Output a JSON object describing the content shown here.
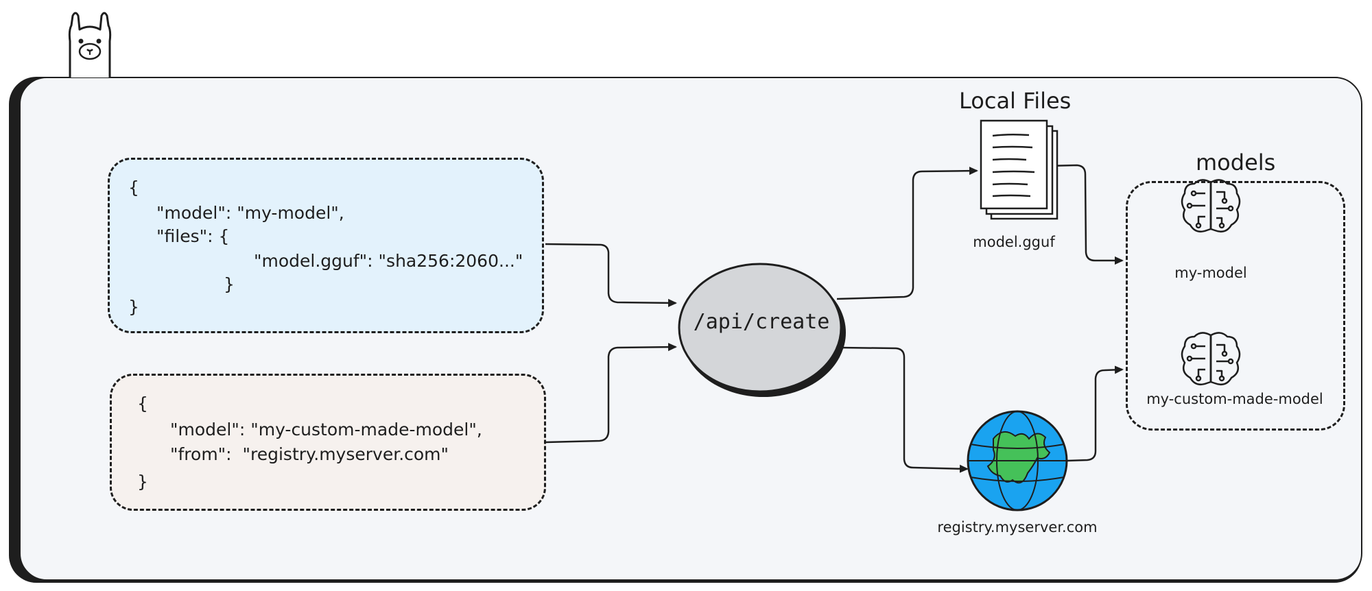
{
  "request_a": {
    "lines": [
      "{",
      "\"model\": \"my-model\",",
      "\"files\": {",
      "\"model.gguf\": \"sha256:2060...\"",
      "}",
      "}"
    ]
  },
  "request_b": {
    "lines": [
      "{",
      "\"model\": \"my-custom-made-model\",",
      "\"from\":  \"registry.myserver.com\"",
      "}"
    ]
  },
  "endpoint": {
    "label": "/api/create"
  },
  "local_files": {
    "title": "Local Files",
    "file_label": "model.gguf"
  },
  "registry": {
    "label": "registry.myserver.com"
  },
  "models": {
    "title": "models",
    "items": [
      {
        "label": "my-model",
        "icon": "brain-circuit-icon"
      },
      {
        "label": "my-custom-made-model",
        "icon": "brain-circuit-icon"
      }
    ]
  },
  "colors": {
    "frame_bg": "#f4f6f9",
    "request_a_bg": "#e3f2fc",
    "request_b_bg": "#f6f1ee",
    "endpoint_fill": "#d4d6d9",
    "globe_ocean": "#1aa3f0",
    "globe_land": "#45c159",
    "stroke": "#1e1e1e"
  }
}
